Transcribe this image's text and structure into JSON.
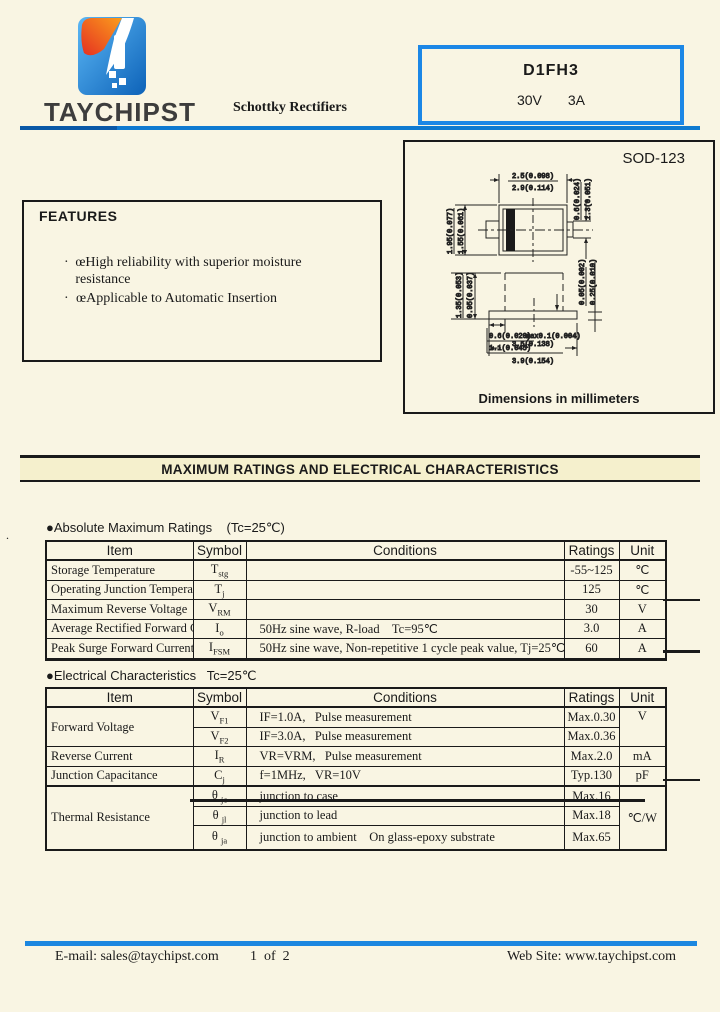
{
  "header": {
    "brand": "TAYCHIPST",
    "subtitle": "Schottky Rectifiers",
    "part": "D1FH3",
    "voltage": "30V",
    "current": "3A",
    "accent_blue": "#1c87e6"
  },
  "package": {
    "name": "SOD-123",
    "caption": "Dimensions in millimeters",
    "dims": {
      "body_len": [
        "2.5(0.098)",
        "2.9(0.114)"
      ],
      "lead_w": [
        "0.6(0.024)",
        "1.3(0.051)"
      ],
      "body_w": [
        "1.55(0.061)",
        "1.95(0.077)"
      ],
      "height": [
        "0.95(0.037)",
        "1.35(0.053)"
      ],
      "lead_len": [
        "0.6(0.020)",
        "1.1(0.045)"
      ],
      "standoff": "max0.1(0.004)",
      "total_len": [
        "3.5(0.138)",
        "3.9(0.154)"
      ],
      "lead_th": [
        "0.05(0.002)",
        "0.25(0.010)"
      ]
    }
  },
  "features": {
    "title": "FEATURES",
    "items": [
      {
        "bullet": "·",
        "text": "œHigh reliability with superior moisture resistance"
      },
      {
        "bullet": "·",
        "text": "œApplicable to Automatic Insertion"
      }
    ]
  },
  "section_title": "MAXIMUM RATINGS AND ELECTRICAL CHARACTERISTICS",
  "abs_table": {
    "label": "●Absolute Maximum Ratings    (Tc=25℃)",
    "headers": [
      "Item",
      "Symbol",
      "Conditions",
      "Ratings",
      "Unit"
    ],
    "rows": [
      {
        "item": "Storage Temperature",
        "sym": "T",
        "sub": "stg",
        "cond": "",
        "rating": "-55~125",
        "unit": "℃"
      },
      {
        "item": "Operating Junction Temperature",
        "sym": "T",
        "sub": "j",
        "cond": "",
        "rating": "125",
        "unit": "℃"
      },
      {
        "item": "Maximum Reverse Voltage",
        "sym": "V",
        "sub": "RM",
        "cond": "",
        "rating": "30",
        "unit": "V"
      },
      {
        "item": "Average Rectified Forward Current",
        "sym": "I",
        "sub": "o",
        "cond": "50Hz sine wave, R-load    Tc=95℃",
        "rating": "3.0",
        "unit": "A"
      },
      {
        "item": "Peak Surge Forward Current",
        "sym": "I",
        "sub": "FSM",
        "cond": "50Hz sine wave, Non-repetitive 1 cycle peak value, Tj=25℃",
        "rating": "60",
        "unit": "A"
      }
    ]
  },
  "elec_table": {
    "label": "●Electrical Characteristics   Tc=25℃",
    "headers": [
      "Item",
      "Symbol",
      "Conditions",
      "Ratings",
      "Unit"
    ],
    "rows": [
      {
        "item": "Forward Voltage",
        "sym": "V",
        "sub": "F1",
        "cond": "IF=1.0A,   Pulse measurement",
        "rating": "Max.0.30",
        "unit": "V"
      },
      {
        "sym": "V",
        "sub": "F2",
        "cond": "IF=3.0A,   Pulse measurement",
        "rating": "Max.0.36"
      },
      {
        "item": "Reverse Current",
        "sym": "I",
        "sub": "R",
        "cond": "VR=VRM,   Pulse measurement",
        "rating": "Max.2.0",
        "unit": "mA"
      },
      {
        "item": "Junction Capacitance",
        "sym": "C",
        "sub": "j",
        "cond": "f=1MHz,   VR=10V",
        "rating": "Typ.130",
        "unit": "pF"
      },
      {
        "item": "Thermal Resistance",
        "sym": "θ",
        "sub": "jc",
        "cond": "junction to case",
        "rating": "Max.16",
        "unit": "℃/W"
      },
      {
        "sym": "θ",
        "sub": "jl",
        "cond": "junction to lead",
        "rating": "Max.18"
      },
      {
        "sym": "θ",
        "sub": "ja",
        "cond": "junction to ambient    On glass-epoxy substrate",
        "rating": "Max.65"
      }
    ]
  },
  "footer": {
    "email": "E-mail: sales@taychipst.com",
    "page": "1  of  2",
    "web": "Web Site: www.taychipst.com"
  }
}
